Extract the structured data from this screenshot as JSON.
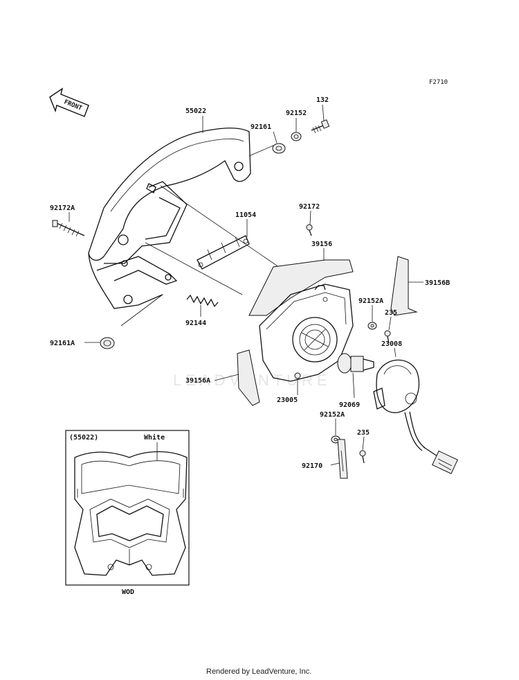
{
  "diagram": {
    "ref_code": "F2710",
    "front_label": "FRONT",
    "watermark": "LEADVENTURE",
    "footer": "Rendered by LeadVenture, Inc."
  },
  "parts": {
    "p55022": "55022",
    "p92161": "92161",
    "p92152": "92152",
    "p132": "132",
    "p92172A": "92172A",
    "p11054": "11054",
    "p92172": "92172",
    "p39156": "39156",
    "p39156B": "39156B",
    "p92152A_top": "92152A",
    "p235_top": "235",
    "p23008": "23008",
    "p92144": "92144",
    "p92161A": "92161A",
    "p39156A": "39156A",
    "p23005": "23005",
    "p92069": "92069",
    "p92152A_bottom": "92152A",
    "p235_bottom": "235",
    "p92170": "92170"
  },
  "inset": {
    "part_ref": "(55022)",
    "color_note": "White",
    "caption": "WOD"
  }
}
